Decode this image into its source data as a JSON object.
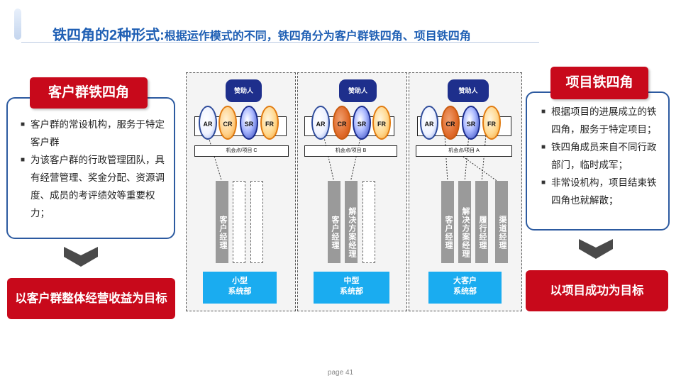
{
  "header": {
    "title_main": "铁四角的2种形式:",
    "title_sub": "根据运作模式的不同，铁四角分为客户群铁四角、项目铁四角"
  },
  "left": {
    "tag": "客户群铁四角",
    "bullets": [
      {
        "mark": "■",
        "text": "客户群的常设机构，服务于特定客户群"
      },
      {
        "mark": "■",
        "text": "为该客户群的行政管理团队，具有经营管理、奖金分配、资源调度、成员的考评绩效等重要权力；"
      }
    ],
    "goal": "以客户群整体经营收益为目标"
  },
  "right": {
    "tag": "项目铁四角",
    "bullets": [
      {
        "mark": "■",
        "text": "根据项目的进展成立的铁四角，服务于特定项目；"
      },
      {
        "mark": "■",
        "text": "铁四角成员来自不同行政部门，临时成军；"
      },
      {
        "mark": "■",
        "text": "非常设机构，项目结束铁四角也就解散；"
      }
    ],
    "goal": "以项目成功为目标"
  },
  "panels": [
    {
      "sponsor": "赞助人",
      "roles": [
        "AR",
        "CR",
        "SR",
        "FR"
      ],
      "opportunity": "机会点/项目 C",
      "members": [
        {
          "label": "客户经理",
          "filled": true
        },
        {
          "label": "",
          "filled": false
        },
        {
          "label": "",
          "filled": false
        }
      ],
      "dept_line1": "小型",
      "dept_line2": "系统部"
    },
    {
      "sponsor": "赞助人",
      "roles": [
        "AR",
        "CR",
        "SR",
        "FR"
      ],
      "opportunity": "机会点/项目 B",
      "members": [
        {
          "label": "客户经理",
          "filled": true
        },
        {
          "label": "解决方案经理",
          "filled": true
        },
        {
          "label": "",
          "filled": false
        }
      ],
      "dept_line1": "中型",
      "dept_line2": "系统部"
    },
    {
      "sponsor": "赞助人",
      "roles": [
        "AR",
        "CR",
        "SR",
        "FR"
      ],
      "opportunity": "机会点/项目 A",
      "members": [
        {
          "label": "客户经理",
          "filled": true
        },
        {
          "label": "解决方案经理",
          "filled": true
        },
        {
          "label": "履行经理",
          "filled": true
        },
        {
          "label": "渠道经理",
          "filled": true
        }
      ],
      "dept_line1": "大客户",
      "dept_line2": "系统部"
    }
  ],
  "colors": {
    "title_blue": "#1f5fb4",
    "accent_red": "#c8091b",
    "box_border": "#2c5aa0",
    "sponsor_navy": "#1e2f8c",
    "dept_cyan": "#1aacf0",
    "member_gray": "#9a9a9a"
  },
  "icons": {
    "chevron": "chevron-down-icon",
    "bullet": "square-bullet"
  },
  "footer": {
    "page": "page 41"
  }
}
